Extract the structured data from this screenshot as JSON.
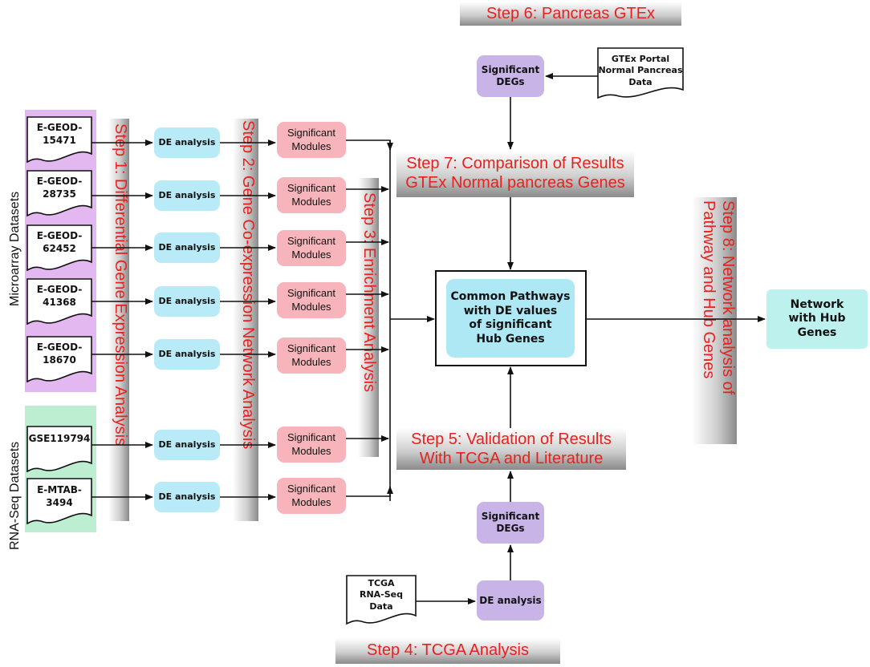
{
  "side_labels": {
    "microarray": "Microarray Datasets",
    "rnaseq": "RNA-Seq Datasets"
  },
  "datasets": [
    {
      "line1": "E-GEOD-",
      "line2": "15471"
    },
    {
      "line1": "E-GEOD-",
      "line2": "28735"
    },
    {
      "line1": "E-GEOD-",
      "line2": "62452"
    },
    {
      "line1": "E-GEOD-",
      "line2": "41368"
    },
    {
      "line1": "E-GEOD-",
      "line2": "18670"
    },
    {
      "line1": "GSE119794",
      "line2": ""
    },
    {
      "line1": "E-MTAB-",
      "line2": "3494"
    }
  ],
  "de_label": "DE analysis",
  "module_label": {
    "line1": "Significant",
    "line2": "Modules"
  },
  "degs_label": {
    "line1": "Significant",
    "line2": "DEGs"
  },
  "steps": {
    "step1": "Step 1: Differential Gene Expression Analysis",
    "step2": "Step 2: Gene Co-expression Network Analysis",
    "step3": "Step 3: Enrichment Analysis",
    "step4": "Step 4: TCGA Analysis",
    "step5_line1": "Step 5: Validation of Results",
    "step5_line2": "With TCGA and Literature",
    "step6": "Step 6: Pancreas GTEx",
    "step7_line1": "Step 7: Comparison of Results",
    "step7_line2": "GTEx Normal pancreas Genes",
    "step8_line1": "Step 8: Network analysis of",
    "step8_line2": "Pathway and Hub Genes"
  },
  "gtex_doc": {
    "line1": "GTEx Portal",
    "line2": "Normal Pancreas",
    "line3": "Data"
  },
  "tcga_doc": {
    "line1": "TCGA",
    "line2": "RNA-Seq",
    "line3": "Data"
  },
  "hub_box": {
    "line1": "Common Pathways",
    "line2": "with DE values",
    "line3": "of significant",
    "line4": "Hub Genes"
  },
  "network_box": {
    "line1": "Network",
    "line2": "with Hub",
    "line3": "Genes"
  },
  "colors": {
    "step_text": "#e8211f",
    "de_fill": "#b9eaf7",
    "module_fill": "#f7b5bb",
    "degs_fill": "#c9b4e8",
    "hub_fill": "#aee8f5",
    "network_fill": "#bdf1ee",
    "microarray_band": "#e3b7ef",
    "rnaseq_band": "#bdeed2"
  }
}
